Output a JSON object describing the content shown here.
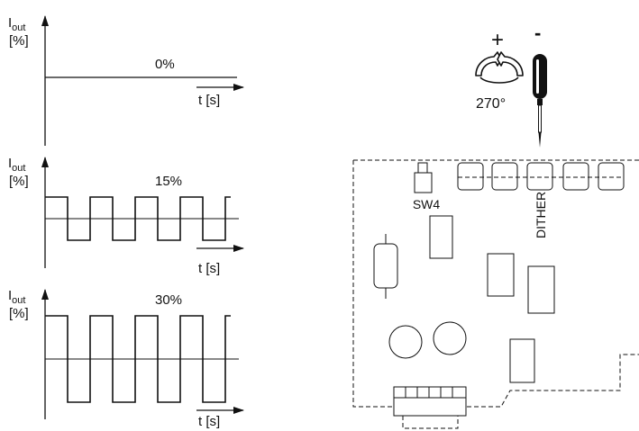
{
  "graphs": {
    "y_label_main": "I",
    "y_label_sub": "out",
    "y_unit": "[%]",
    "x_label": "t [s]",
    "panels": [
      {
        "dither_label": "0%",
        "dither_fraction": 0.0
      },
      {
        "dither_label": "15%",
        "dither_fraction": 0.15
      },
      {
        "dither_label": "30%",
        "dither_fraction": 0.3
      }
    ]
  },
  "adjuster": {
    "plus": "+",
    "minus": "-",
    "angle": "270°",
    "icons": [
      "rotate-arrows-icon",
      "screwdriver-icon"
    ]
  },
  "board": {
    "switch_label": "SW4",
    "potentiometer_label": "DITHER",
    "highlight_color": "#c4c4c4"
  }
}
